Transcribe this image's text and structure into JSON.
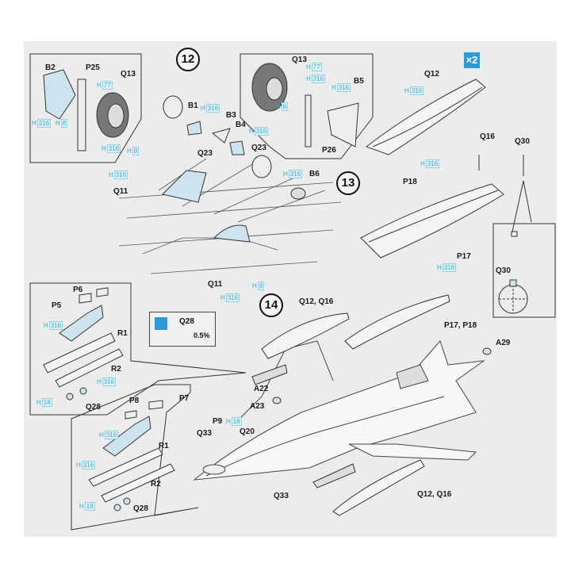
{
  "steps": {
    "step12": "12",
    "step13": "13",
    "step14": "14"
  },
  "quantity_badge": "×2",
  "note": {
    "part": "Q28",
    "value": "0.5%",
    "icon": "sanding-icon"
  },
  "hint_prefix": "H",
  "labels": {
    "b2": "B2",
    "p25": "P25",
    "q13a": "Q13",
    "b1": "B1",
    "b3": "B3",
    "b4": "B4",
    "q23a": "Q23",
    "q23b": "Q23",
    "q11a": "Q11",
    "q11b": "Q11",
    "b6": "B6",
    "q13b": "Q13",
    "b5": "B5",
    "p26": "P26",
    "q12": "Q12",
    "q16": "Q16",
    "q30a": "Q30",
    "p18": "P18",
    "p17": "P17",
    "q30b": "Q30",
    "p6": "P6",
    "p5": "P5",
    "r1a": "R1",
    "r2a": "R2",
    "q28a": "Q28",
    "p8": "P8",
    "p7": "P7",
    "r1b": "R1",
    "r2b": "R2",
    "q28b": "Q28",
    "q12q16a": "Q12, Q16",
    "p17p18": "P17, P18",
    "a29": "A29",
    "a22": "A22",
    "a23": "A23",
    "p9": "P9",
    "q33a": "Q33",
    "q20": "Q20",
    "q33b": "Q33",
    "q12q16b": "Q12, Q16"
  },
  "hints": {
    "h1": "316",
    "h2": "8",
    "h3": "77",
    "h4": "316",
    "h5": "8",
    "h6": "316",
    "h7": "316",
    "h8": "316",
    "h9": "316",
    "h10": "8",
    "h11": "316",
    "h12": "77",
    "h13": "316",
    "h14": "8",
    "h15": "316",
    "h16": "316",
    "h17": "316",
    "h18": "316",
    "h19": "316",
    "h20": "316",
    "h21": "18",
    "h22": "316",
    "h23": "316",
    "h24": "18",
    "h25": "18"
  },
  "colors": {
    "badge": "#2d9ad8",
    "hint": "#3aa6cf",
    "part_fill": "#cfe3ee",
    "paper": "#ececec"
  }
}
